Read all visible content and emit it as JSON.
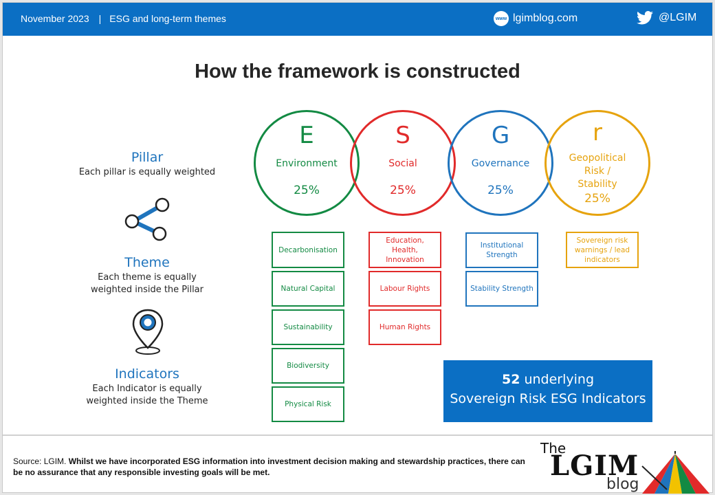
{
  "header": {
    "date": "November 2023",
    "separator": "|",
    "section": "ESG and long-term themes",
    "blog_badge": "www",
    "blog_url": "lgimblog.com",
    "twitter": "@LGIM"
  },
  "title": "How the framework is constructed",
  "levels": [
    {
      "heading": "Pillar",
      "desc": "Each pillar is equally weighted"
    },
    {
      "heading": "Theme",
      "desc": "Each theme is equally weighted inside the Pillar"
    },
    {
      "heading": "Indicators",
      "desc": "Each Indicator is equally weighted inside the Theme"
    }
  ],
  "pillars": [
    {
      "letter": "E",
      "name": "Environment",
      "weight": "25%",
      "color": "#138a43"
    },
    {
      "letter": "S",
      "name": "Social",
      "weight": "25%",
      "color": "#e12a2a"
    },
    {
      "letter": "G",
      "name": "Governance",
      "weight": "25%",
      "color": "#1f74bd"
    },
    {
      "letter": "r",
      "name": "Geopolitical Risk / Stability",
      "weight": "25%",
      "color": "#e6a30e"
    }
  ],
  "themes": {
    "environment": [
      "Decarbonisation",
      "Natural Capital",
      "Sustainability",
      "Biodiversity",
      "Physical Risk"
    ],
    "social": [
      "Education, Health, Innovation",
      "Labour Rights",
      "Human Rights"
    ],
    "governance": [
      "Institutional Strength",
      "Stability Strength"
    ],
    "geopolitical": [
      "Sovereign risk warnings / lead indicators"
    ]
  },
  "summary": {
    "count": "52",
    "line1_rest": " underlying",
    "line2": "Sovereign Risk ESG Indicators"
  },
  "footer": {
    "source": "Source: LGIM. ",
    "disclaimer": "Whilst we have incorporated ESG information into investment decision making and stewardship practices, there can be no assurance that any responsible investing goals will be met.",
    "brand_the": "The",
    "brand_name": "LGIM",
    "brand_blog": "blog"
  }
}
